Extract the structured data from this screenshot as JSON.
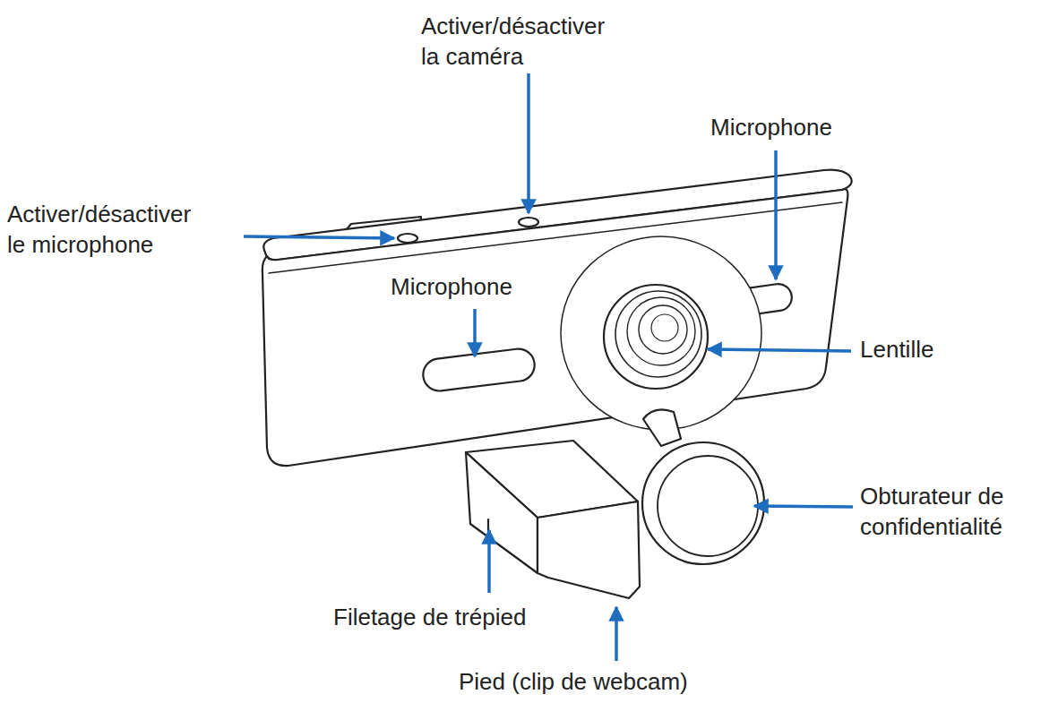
{
  "diagram": {
    "labels": [
      "Activer/désactiver la caméra",
      "Microphone",
      "Activer/désactiver le microphone",
      "Microphone",
      "Lentille",
      "Obturateur de confidentialité",
      "Filetage de trépied",
      "Pied (clip de webcam)"
    ]
  }
}
